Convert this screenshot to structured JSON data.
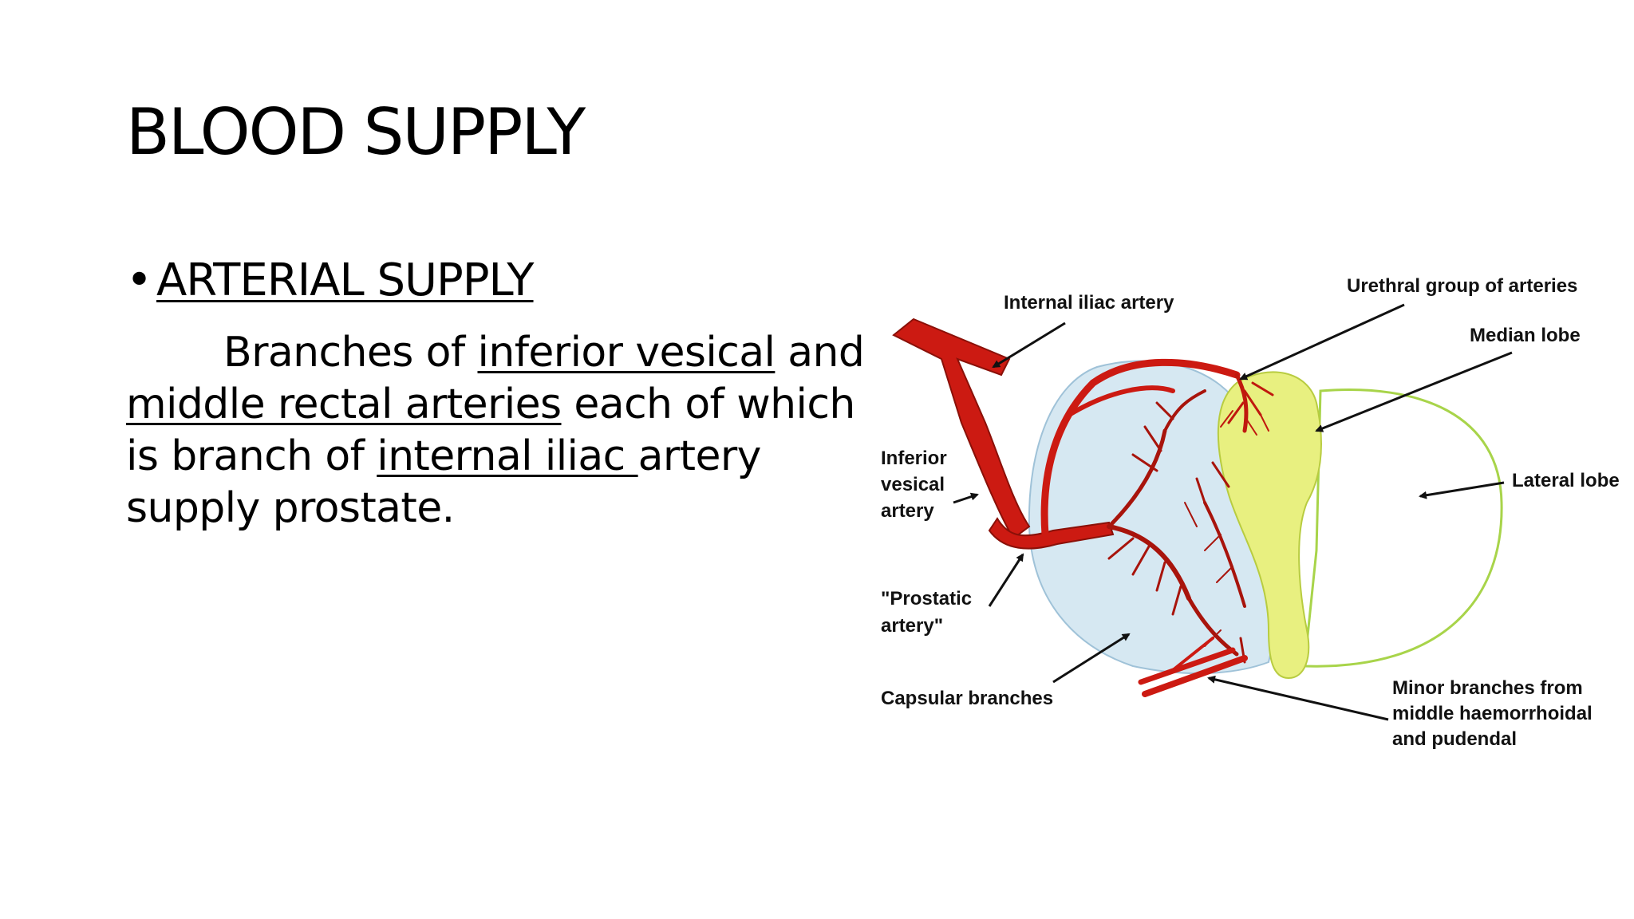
{
  "slide": {
    "title": "BLOOD SUPPLY",
    "bullet": {
      "marker": "•",
      "heading": "ARTERIAL SUPPLY"
    },
    "paragraph": {
      "t1": "Branches of ",
      "u1": "inferior vesical",
      "t2": " and ",
      "u2": "middle rectal arteries",
      "t3": " each of which is branch of ",
      "u3": "internal iliac ",
      "t4": "artery supply prostate."
    }
  },
  "diagram": {
    "labels": {
      "internal_iliac": "Internal iliac artery",
      "urethral_group": "Urethral group of arteries",
      "median_lobe": "Median lobe",
      "lateral_lobe": "Lateral lobe",
      "inferior_vesical_1": "Inferior",
      "inferior_vesical_2": "vesical",
      "inferior_vesical_3": "artery",
      "prostatic_1": "\"Prostatic",
      "prostatic_2": "artery\"",
      "capsular": "Capsular branches",
      "minor_1": "Minor branches from",
      "minor_2": "middle haemorrhoidal",
      "minor_3": "and pudendal"
    },
    "colors": {
      "artery": "#cc1a12",
      "artery_dark": "#8a1008",
      "gland_left": "#d6e8f2",
      "median_lobe": "#e8f080",
      "lateral_outline": "#a8d44a"
    }
  }
}
